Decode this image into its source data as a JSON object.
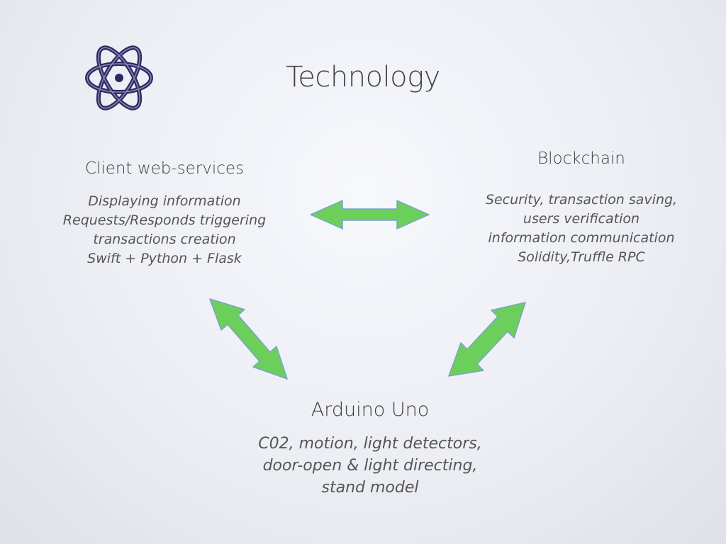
{
  "slide": {
    "title": "Technology",
    "accent_arrow": "#6ccf5c",
    "arrow_stroke": "#7aa3c9",
    "atom_color": "#2f2a5e"
  },
  "nodes": {
    "client": {
      "title": "Client web-services",
      "lines": [
        "Displaying information",
        "Requests/Responds triggering",
        "transactions creation",
        "Swift + Python + Flask"
      ]
    },
    "blockchain": {
      "title": "Blockchain",
      "lines": [
        "Security, transaction saving,",
        "users verification",
        "information communication",
        "Solidity,Truffle RPC"
      ]
    },
    "arduino": {
      "title": "Arduino Uno",
      "lines": [
        "C02, motion, light detectors,",
        "door-open & light directing,",
        "stand model"
      ]
    }
  },
  "icons": {
    "logo": "atom-icon",
    "connectors": [
      "double-arrow-icon",
      "double-arrow-icon",
      "double-arrow-icon"
    ]
  }
}
